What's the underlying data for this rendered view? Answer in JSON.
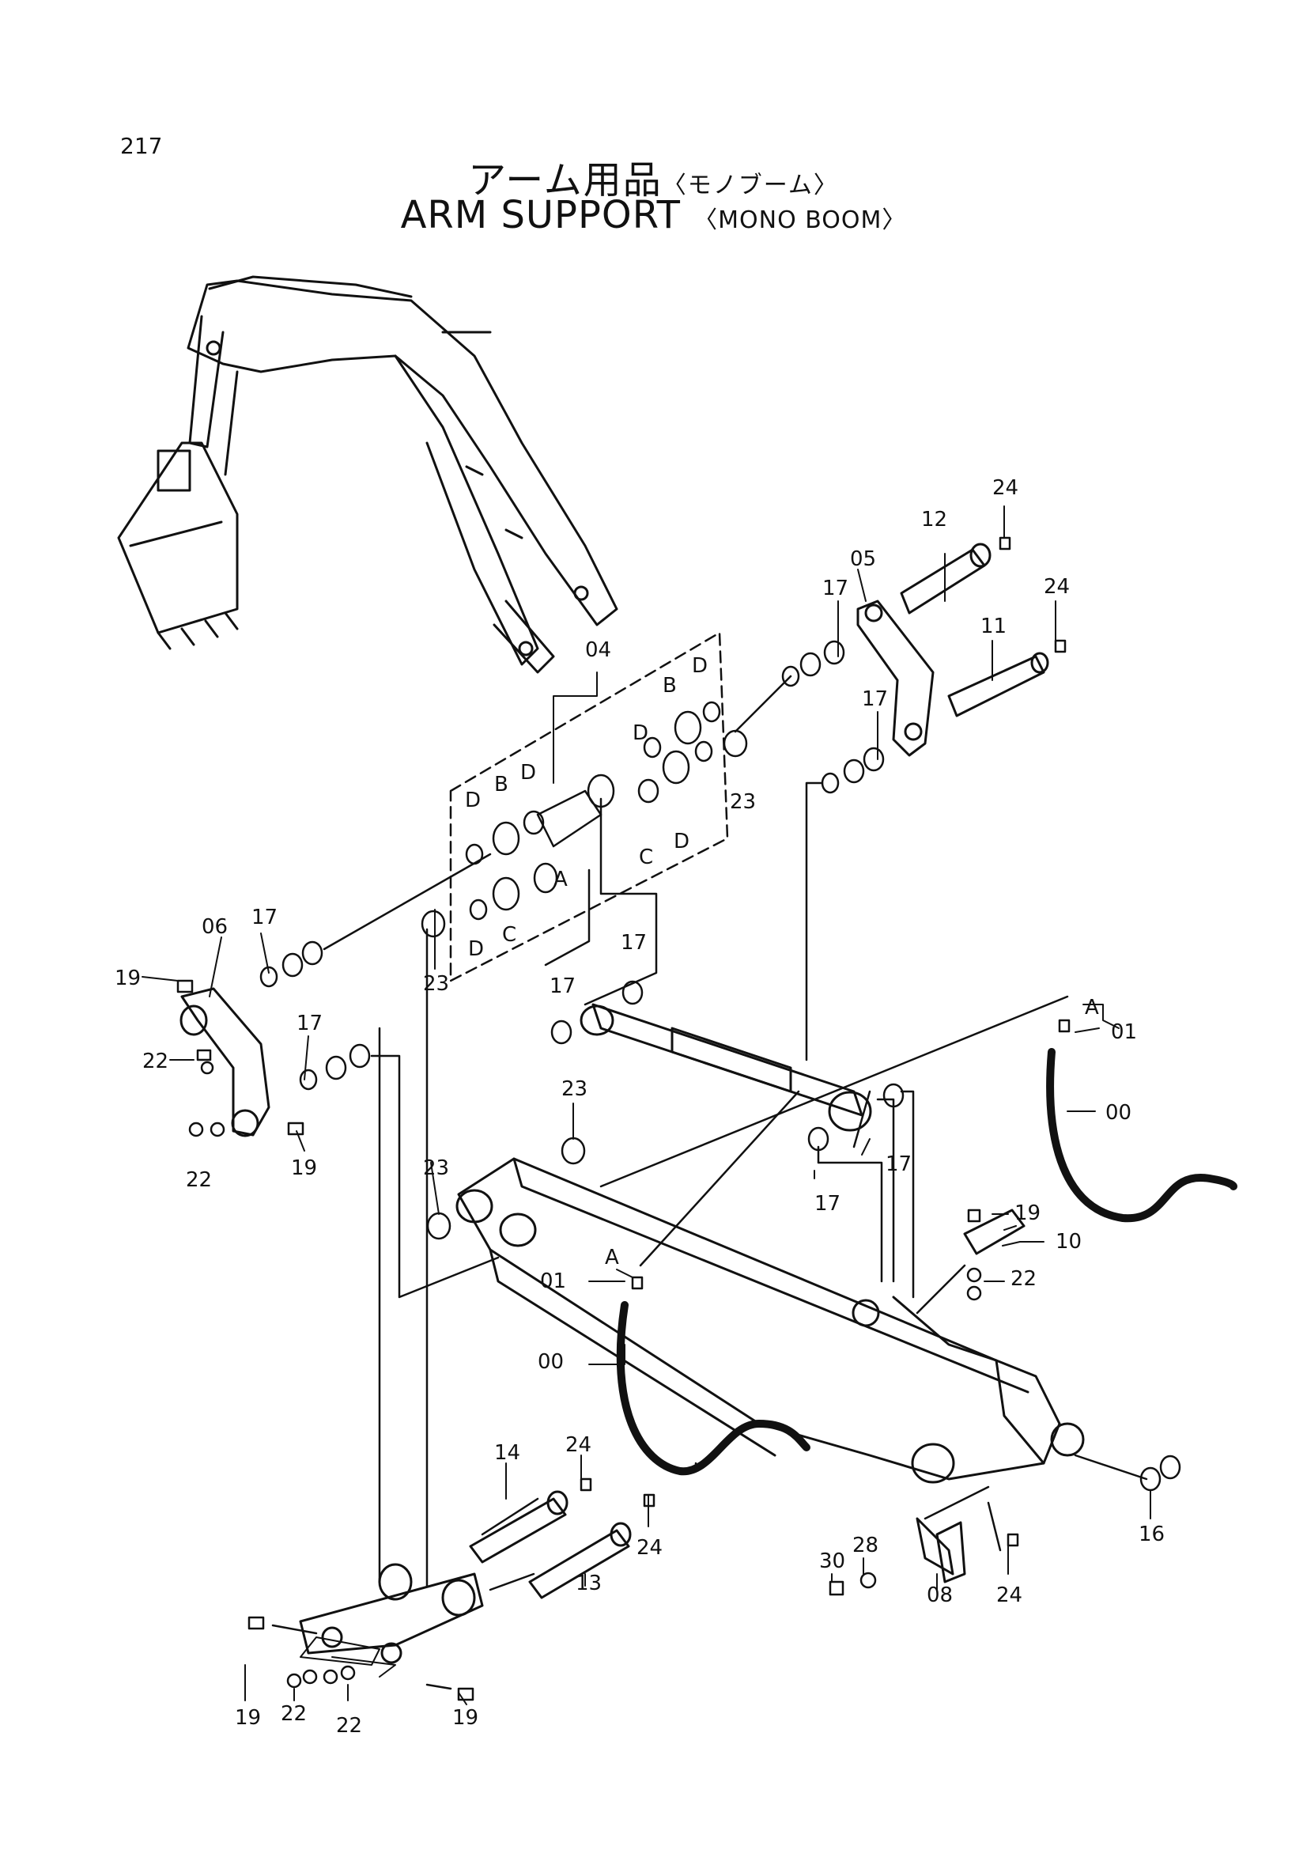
{
  "page_number": "217",
  "title_jp": "アーム用品",
  "title_jp_sub": "〈モノブーム〉",
  "title_en": "ARM SUPPORT",
  "title_en_sub": "〈MONO BOOM〉",
  "labels": {
    "l04": "04",
    "l05": "05",
    "l06": "06",
    "l11": "11",
    "l12": "12",
    "l24a": "24",
    "l24b": "24",
    "l24c": "24",
    "l24d": "24",
    "l24e": "24",
    "l17a": "17",
    "l17b": "17",
    "l17c": "17",
    "l17d": "17",
    "l17e": "17",
    "l17f": "17",
    "l17g": "17",
    "l17h": "17",
    "l23a": "23",
    "l23b": "23",
    "l23c": "23",
    "l23d": "23",
    "l19a": "19",
    "l19b": "19",
    "l19c": "19",
    "l19d": "19",
    "l19e": "19",
    "l22a": "22",
    "l22b": "22",
    "l22c": "22",
    "l22d": "22",
    "l22e": "22",
    "l01a": "01",
    "l01b": "01",
    "l00a": "00",
    "l00b": "00",
    "lAa": "A",
    "lAb": "A",
    "lAc": "A",
    "l10": "10",
    "l08": "08",
    "l13": "13",
    "l14": "14",
    "l16": "16",
    "l28": "28",
    "l30": "30",
    "lD1": "D",
    "lD2": "D",
    "lD3": "D",
    "lD4": "D",
    "lD5": "D",
    "lD6": "D",
    "lB1": "B",
    "lB2": "B",
    "lC1": "C",
    "lC2": "C"
  }
}
